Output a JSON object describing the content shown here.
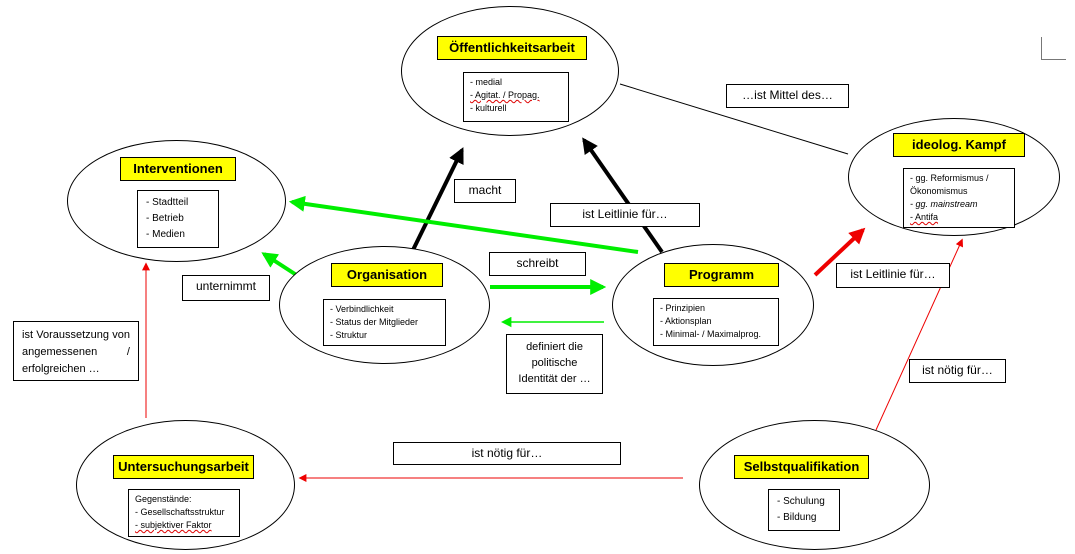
{
  "nodes": {
    "oeffentlichkeitsarbeit": {
      "title": "Öffentlichkeitsarbeit",
      "items": [
        "- medial",
        "- Agitat. / Propag.",
        "- kulturell"
      ]
    },
    "interventionen": {
      "title": "Interventionen",
      "items": [
        "- Stadtteil",
        "- Betrieb",
        "- Medien"
      ]
    },
    "ideolog_kampf": {
      "title": "ideolog. Kampf",
      "items": [
        "- gg. Reformismus /",
        "Ökonomismus",
        "- gg. mainstream",
        "- Antifa"
      ]
    },
    "organisation": {
      "title": "Organisation",
      "items": [
        "- Verbindlichkeit",
        "- Status der Mitglieder",
        "- Struktur"
      ]
    },
    "programm": {
      "title": "Programm",
      "items": [
        "- Prinzipien",
        "- Aktionsplan",
        "- Minimal- / Maximalprog."
      ]
    },
    "untersuchungsarbeit": {
      "title": "Untersuchungsarbeit",
      "items": [
        "Gegenstände:",
        "- Gesellschaftsstruktur",
        "- subjektiver Faktor"
      ]
    },
    "selbstqualifikation": {
      "title": "Selbstqualifikation",
      "items": [
        "- Schulung",
        "- Bildung"
      ]
    }
  },
  "edge_labels": {
    "ist_mittel_des": "…ist Mittel des…",
    "macht": "macht",
    "ist_leitlinie_fuer_1": "ist Leitlinie für…",
    "schreibt": "schreibt",
    "unternimmt": "unternimmt",
    "ist_leitlinie_fuer_2": "ist Leitlinie für…",
    "ist_voraussetzung": "ist Voraussetzung von angemessenen / erfolgreichen …",
    "definiert": "definiert die politische Identität der …",
    "ist_noetig_fuer_1": "ist nötig für…",
    "ist_noetig_fuer_2": "ist nötig für…"
  },
  "colors": {
    "highlight": "#ffff00",
    "green": "#00ee00",
    "red": "#ee0000",
    "black": "#000000"
  }
}
